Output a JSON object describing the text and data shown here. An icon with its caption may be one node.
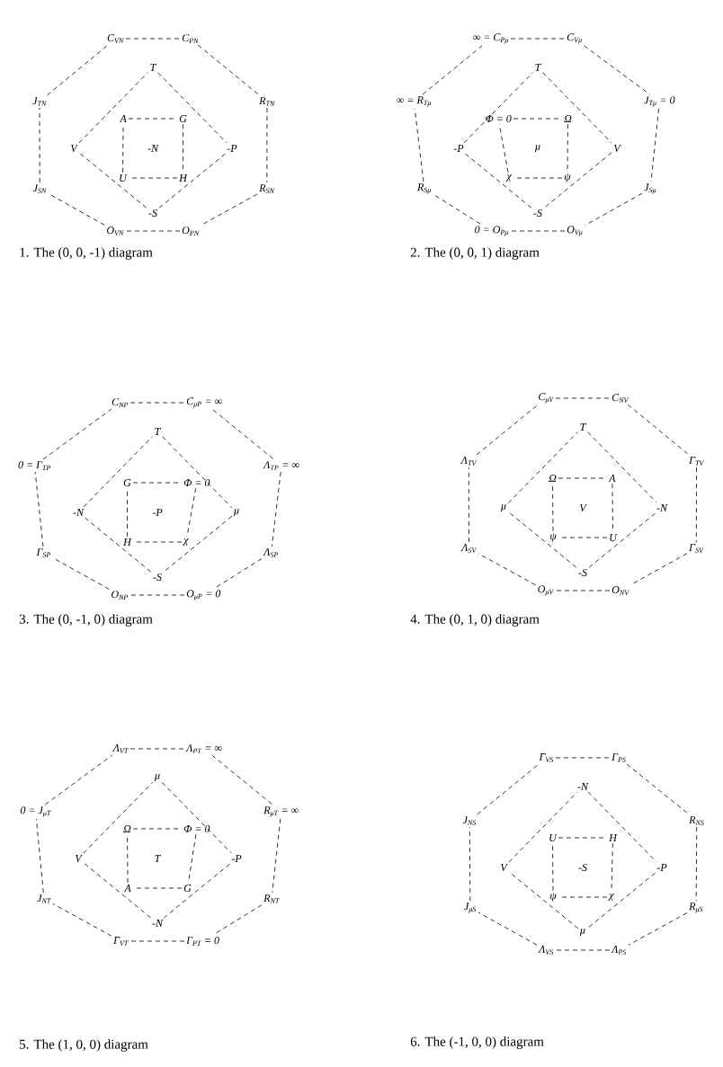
{
  "diagram": {
    "nodes": [
      {
        "text": [
          "C$_{VN}$"
        ]
      },
      {
        "text": [
          "C$_{PN}$"
        ]
      },
      {
        "text": [
          "R$_{TN}$"
        ]
      },
      {
        "text": [
          "R$_{SN}$"
        ]
      },
      {
        "text": [
          "O$_{PN}$"
        ]
      },
      {
        "text": [
          "O$_{VN}$"
        ]
      },
      {
        "text": [
          "J$_{SN}$"
        ]
      },
      {
        "text": [
          "J$_{TN}$"
        ]
      },
      {
        "text": [
          "T"
        ]
      },
      {
        "text": [
          "-P"
        ]
      },
      {
        "text": [
          "-S"
        ]
      },
      {
        "text": [
          "V"
        ]
      },
      {
        "text": [
          "A"
        ]
      },
      {
        "text": [
          "G"
        ]
      },
      {
        "text": [
          "H"
        ]
      },
      {
        "text": [
          "U"
        ]
      },
      {
        "text": [
          "∞ = C$_{Pμ}$"
        ]
      },
      {
        "text": [
          "C$_{Vμ}$"
        ]
      },
      {
        "text": [
          "J$_{Tμ}$ = 0"
        ]
      },
      {
        "text": [
          "J$_{Sμ}$"
        ]
      },
      {
        "text": [
          "O$_{Vμ}$"
        ]
      },
      {
        "text": [
          "0 = O$_{Pμ}$"
        ]
      },
      {
        "text": [
          "R$_{Sμ}$"
        ]
      },
      {
        "text": [
          "∞ = R$_{Tμ}$"
        ]
      },
      {
        "text": [
          "T"
        ]
      },
      {
        "text": [
          "V"
        ]
      },
      {
        "text": [
          "-S"
        ]
      },
      {
        "text": [
          "-P"
        ]
      },
      {
        "text": [
          "Φ = 0"
        ]
      },
      {
        "text": [
          "Ω"
        ]
      },
      {
        "text": [
          "ψ"
        ]
      },
      {
        "text": [
          "χ"
        ]
      },
      {
        "text": [
          "C$_{NP}$"
        ]
      },
      {
        "text": [
          "C$_{μP}$ = ∞"
        ]
      },
      {
        "text": [
          "Λ$_{TP}$ = ∞"
        ]
      },
      {
        "text": [
          "Λ$_{SP}$"
        ]
      },
      {
        "text": [
          "O$_{μP}$ = 0"
        ]
      },
      {
        "text": [
          "O$_{NP}$"
        ]
      },
      {
        "text": [
          "Γ$_{SP}$"
        ]
      },
      {
        "text": [
          "0 = Γ$_{TP}$"
        ]
      },
      {
        "text": [
          "T"
        ]
      },
      {
        "text": [
          "μ"
        ]
      },
      {
        "text": [
          "-S"
        ]
      },
      {
        "text": [
          "-N"
        ]
      },
      {
        "text": [
          "G"
        ]
      },
      {
        "text": [
          "Φ = 0"
        ]
      },
      {
        "text": [
          "χ"
        ]
      },
      {
        "text": [
          "H"
        ]
      },
      {
        "text": [
          "C$_{μV}$"
        ]
      },
      {
        "text": [
          "C$_{NV}$"
        ]
      },
      {
        "text": [
          "Γ$_{TV}$"
        ]
      },
      {
        "text": [
          "Γ$_{SV}$"
        ]
      },
      {
        "text": [
          "O$_{NV}$"
        ]
      },
      {
        "text": [
          "O$_{μV}$"
        ]
      },
      {
        "text": [
          "Λ$_{SV}$"
        ]
      },
      {
        "text": [
          "Λ$_{TV}$"
        ]
      },
      {
        "text": [
          "T"
        ]
      },
      {
        "text": [
          "-N"
        ]
      },
      {
        "text": [
          "-S"
        ]
      },
      {
        "text": [
          "μ"
        ]
      },
      {
        "text": [
          "Ω"
        ]
      },
      {
        "text": [
          "A"
        ]
      },
      {
        "text": [
          "U"
        ]
      },
      {
        "text": [
          "ψ"
        ]
      },
      {
        "text": [
          "Λ$_{VT}$"
        ]
      },
      {
        "text": [
          "Λ$_{PT}$ = ∞"
        ]
      },
      {
        "text": [
          "R$_{μT}$ = ∞"
        ]
      },
      {
        "text": [
          "R$_{NT}$"
        ]
      },
      {
        "text": [
          "Γ$_{PT}$ = 0"
        ]
      },
      {
        "text": [
          "Γ$_{VT}$"
        ]
      },
      {
        "text": [
          "J$_{NT}$"
        ]
      },
      {
        "text": [
          "0 = J$_{μT}$"
        ]
      },
      {
        "text": [
          "μ"
        ]
      },
      {
        "text": [
          "-P"
        ]
      },
      {
        "text": [
          "-N"
        ]
      },
      {
        "text": [
          "V"
        ]
      },
      {
        "text": [
          "Ω"
        ]
      },
      {
        "text": [
          "Φ = 0"
        ]
      },
      {
        "text": [
          "G"
        ]
      },
      {
        "text": [
          "A"
        ]
      },
      {
        "text": [
          "Γ$_{VS}$"
        ]
      },
      {
        "text": [
          "Γ$_{PS}$"
        ]
      },
      {
        "text": [
          "R$_{NS}$"
        ]
      },
      {
        "text": [
          "R$_{μS}$"
        ]
      },
      {
        "text": [
          "Λ$_{PS}$"
        ]
      },
      {
        "text": [
          "Λ$_{VS}$"
        ]
      },
      {
        "text": [
          "J$_{μS}$"
        ]
      },
      {
        "text": [
          "J$_{NS}$"
        ]
      },
      {
        "text": [
          "-N"
        ]
      },
      {
        "text": [
          "-P"
        ]
      },
      {
        "text": [
          "μ"
        ]
      },
      {
        "text": [
          "V"
        ]
      },
      {
        "text": [
          "U"
        ]
      },
      {
        "text": [
          "H"
        ]
      },
      {
        "text": [
          "χ"
        ]
      },
      {
        "text": [
          "ψ"
        ]
      }
    ],
    "edges": [
      {
        "from": 0,
        "to": 1,
        "arrow": "none"
      },
      {
        "from": 1,
        "to": 2,
        "arrow": "none"
      },
      {
        "from": 2,
        "to": 3,
        "arrow": "none"
      },
      {
        "from": 3,
        "to": 4,
        "arrow": "none"
      },
      {
        "from": 4,
        "to": 5,
        "arrow": "none"
      },
      {
        "from": 5,
        "to": 6,
        "arrow": "none"
      },
      {
        "from": 6,
        "to": 7,
        "arrow": "none"
      },
      {
        "from": 7,
        "to": 0,
        "arrow": "none"
      },
      {
        "from": 8,
        "to": 9,
        "arrow": "none"
      },
      {
        "from": 9,
        "to": 10,
        "arrow": "none"
      },
      {
        "from": 10,
        "to": 11,
        "arrow": "none"
      },
      {
        "from": 11,
        "to": 8,
        "arrow": "none"
      },
      {
        "from": 12,
        "to": 13,
        "arrow": "none"
      },
      {
        "from": 13,
        "to": 14,
        "arrow": "none"
      },
      {
        "from": 14,
        "to": 15,
        "arrow": "none"
      },
      {
        "from": 15,
        "to": 12,
        "arrow": "none"
      },
      {
        "from": 16,
        "to": 17,
        "arrow": "none"
      },
      {
        "from": 17,
        "to": 18,
        "arrow": "none"
      },
      {
        "from": 18,
        "to": 19,
        "arrow": "none"
      },
      {
        "from": 19,
        "to": 20,
        "arrow": "none"
      },
      {
        "from": 20,
        "to": 21,
        "arrow": "none"
      },
      {
        "from": 21,
        "to": 22,
        "arrow": "none"
      },
      {
        "from": 22,
        "to": 23,
        "arrow": "none"
      },
      {
        "from": 23,
        "to": 16,
        "arrow": "none"
      },
      {
        "from": 24,
        "to": 25,
        "arrow": "none"
      },
      {
        "from": 25,
        "to": 26,
        "arrow": "none"
      },
      {
        "from": 26,
        "to": 27,
        "arrow": "none"
      },
      {
        "from": 27,
        "to": 24,
        "arrow": "none"
      },
      {
        "from": 28,
        "to": 29,
        "arrow": "none"
      },
      {
        "from": 29,
        "to": 30,
        "arrow": "none"
      },
      {
        "from": 30,
        "to": 31,
        "arrow": "none"
      },
      {
        "from": 31,
        "to": 28,
        "arrow": "none"
      },
      {
        "from": 32,
        "to": 33,
        "arrow": "none"
      },
      {
        "from": 33,
        "to": 34,
        "arrow": "none"
      },
      {
        "from": 34,
        "to": 35,
        "arrow": "none"
      },
      {
        "from": 35,
        "to": 36,
        "arrow": "none"
      },
      {
        "from": 36,
        "to": 37,
        "arrow": "none"
      },
      {
        "from": 37,
        "to": 38,
        "arrow": "none"
      },
      {
        "from": 38,
        "to": 39,
        "arrow": "none"
      },
      {
        "from": 39,
        "to": 32,
        "arrow": "none"
      },
      {
        "from": 40,
        "to": 41,
        "arrow": "none"
      },
      {
        "from": 41,
        "to": 42,
        "arrow": "none"
      },
      {
        "from": 42,
        "to": 43,
        "arrow": "none"
      },
      {
        "from": 43,
        "to": 40,
        "arrow": "none"
      },
      {
        "from": 44,
        "to": 45,
        "arrow": "none"
      },
      {
        "from": 45,
        "to": 46,
        "arrow": "none"
      },
      {
        "from": 46,
        "to": 47,
        "arrow": "none"
      },
      {
        "from": 47,
        "to": 44,
        "arrow": "none"
      },
      {
        "from": 48,
        "to": 49,
        "arrow": "none"
      },
      {
        "from": 49,
        "to": 50,
        "arrow": "none"
      },
      {
        "from": 50,
        "to": 51,
        "arrow": "none"
      },
      {
        "from": 51,
        "to": 52,
        "arrow": "none"
      },
      {
        "from": 52,
        "to": 53,
        "arrow": "none"
      },
      {
        "from": 53,
        "to": 54,
        "arrow": "none"
      },
      {
        "from": 54,
        "to": 55,
        "arrow": "none"
      },
      {
        "from": 55,
        "to": 48,
        "arrow": "none"
      },
      {
        "from": 56,
        "to": 57,
        "arrow": "none"
      },
      {
        "from": 57,
        "to": 58,
        "arrow": "none"
      },
      {
        "from": 58,
        "to": 59,
        "arrow": "none"
      },
      {
        "from": 59,
        "to": 56,
        "arrow": "none"
      },
      {
        "from": 60,
        "to": 61,
        "arrow": "none"
      },
      {
        "from": 61,
        "to": 62,
        "arrow": "none"
      },
      {
        "from": 62,
        "to": 63,
        "arrow": "none"
      },
      {
        "from": 63,
        "to": 60,
        "arrow": "none"
      },
      {
        "from": 64,
        "to": 65,
        "arrow": "none"
      },
      {
        "from": 65,
        "to": 66,
        "arrow": "none"
      },
      {
        "from": 66,
        "to": 67,
        "arrow": "none"
      },
      {
        "from": 67,
        "to": 68,
        "arrow": "none"
      },
      {
        "from": 68,
        "to": 69,
        "arrow": "none"
      },
      {
        "from": 69,
        "to": 70,
        "arrow": "none"
      },
      {
        "from": 70,
        "to": 71,
        "arrow": "none"
      },
      {
        "from": 71,
        "to": 64,
        "arrow": "none"
      },
      {
        "from": 72,
        "to": 73,
        "arrow": "none"
      },
      {
        "from": 73,
        "to": 74,
        "arrow": "none"
      },
      {
        "from": 74,
        "to": 75,
        "arrow": "none"
      },
      {
        "from": 75,
        "to": 72,
        "arrow": "none"
      },
      {
        "from": 76,
        "to": 77,
        "arrow": "none"
      },
      {
        "from": 77,
        "to": 78,
        "arrow": "none"
      },
      {
        "from": 78,
        "to": 79,
        "arrow": "none"
      },
      {
        "from": 79,
        "to": 76,
        "arrow": "none"
      },
      {
        "from": 80,
        "to": 81,
        "arrow": "none"
      },
      {
        "from": 81,
        "to": 82,
        "arrow": "none"
      },
      {
        "from": 82,
        "to": 83,
        "arrow": "none"
      },
      {
        "from": 83,
        "to": 84,
        "arrow": "none"
      },
      {
        "from": 84,
        "to": 85,
        "arrow": "none"
      },
      {
        "from": 85,
        "to": 86,
        "arrow": "none"
      },
      {
        "from": 86,
        "to": 87,
        "arrow": "none"
      },
      {
        "from": 87,
        "to": 80,
        "arrow": "none"
      },
      {
        "from": 88,
        "to": 89,
        "arrow": "none"
      },
      {
        "from": 89,
        "to": 90,
        "arrow": "none"
      },
      {
        "from": 90,
        "to": 91,
        "arrow": "none"
      },
      {
        "from": 91,
        "to": 88,
        "arrow": "none"
      },
      {
        "from": 92,
        "to": 93,
        "arrow": "none"
      },
      {
        "from": 93,
        "to": 94,
        "arrow": "none"
      },
      {
        "from": 94,
        "to": 95,
        "arrow": "none"
      },
      {
        "from": 95,
        "to": 92,
        "arrow": "none"
      }
    ],
    "labels": [
      "-N",
      "μ",
      "1. The (0, 0, -1) diagram",
      "2. The (0, 0, 1) diagram",
      "-P",
      "V",
      "3. The (0, -1, 0) diagram",
      "4. The (0, 1, 0) diagram",
      "T",
      "-S",
      "5. The (1, 0, 0) diagram",
      "6. The (-1, 0, 0) diagram"
    ]
  }
}
